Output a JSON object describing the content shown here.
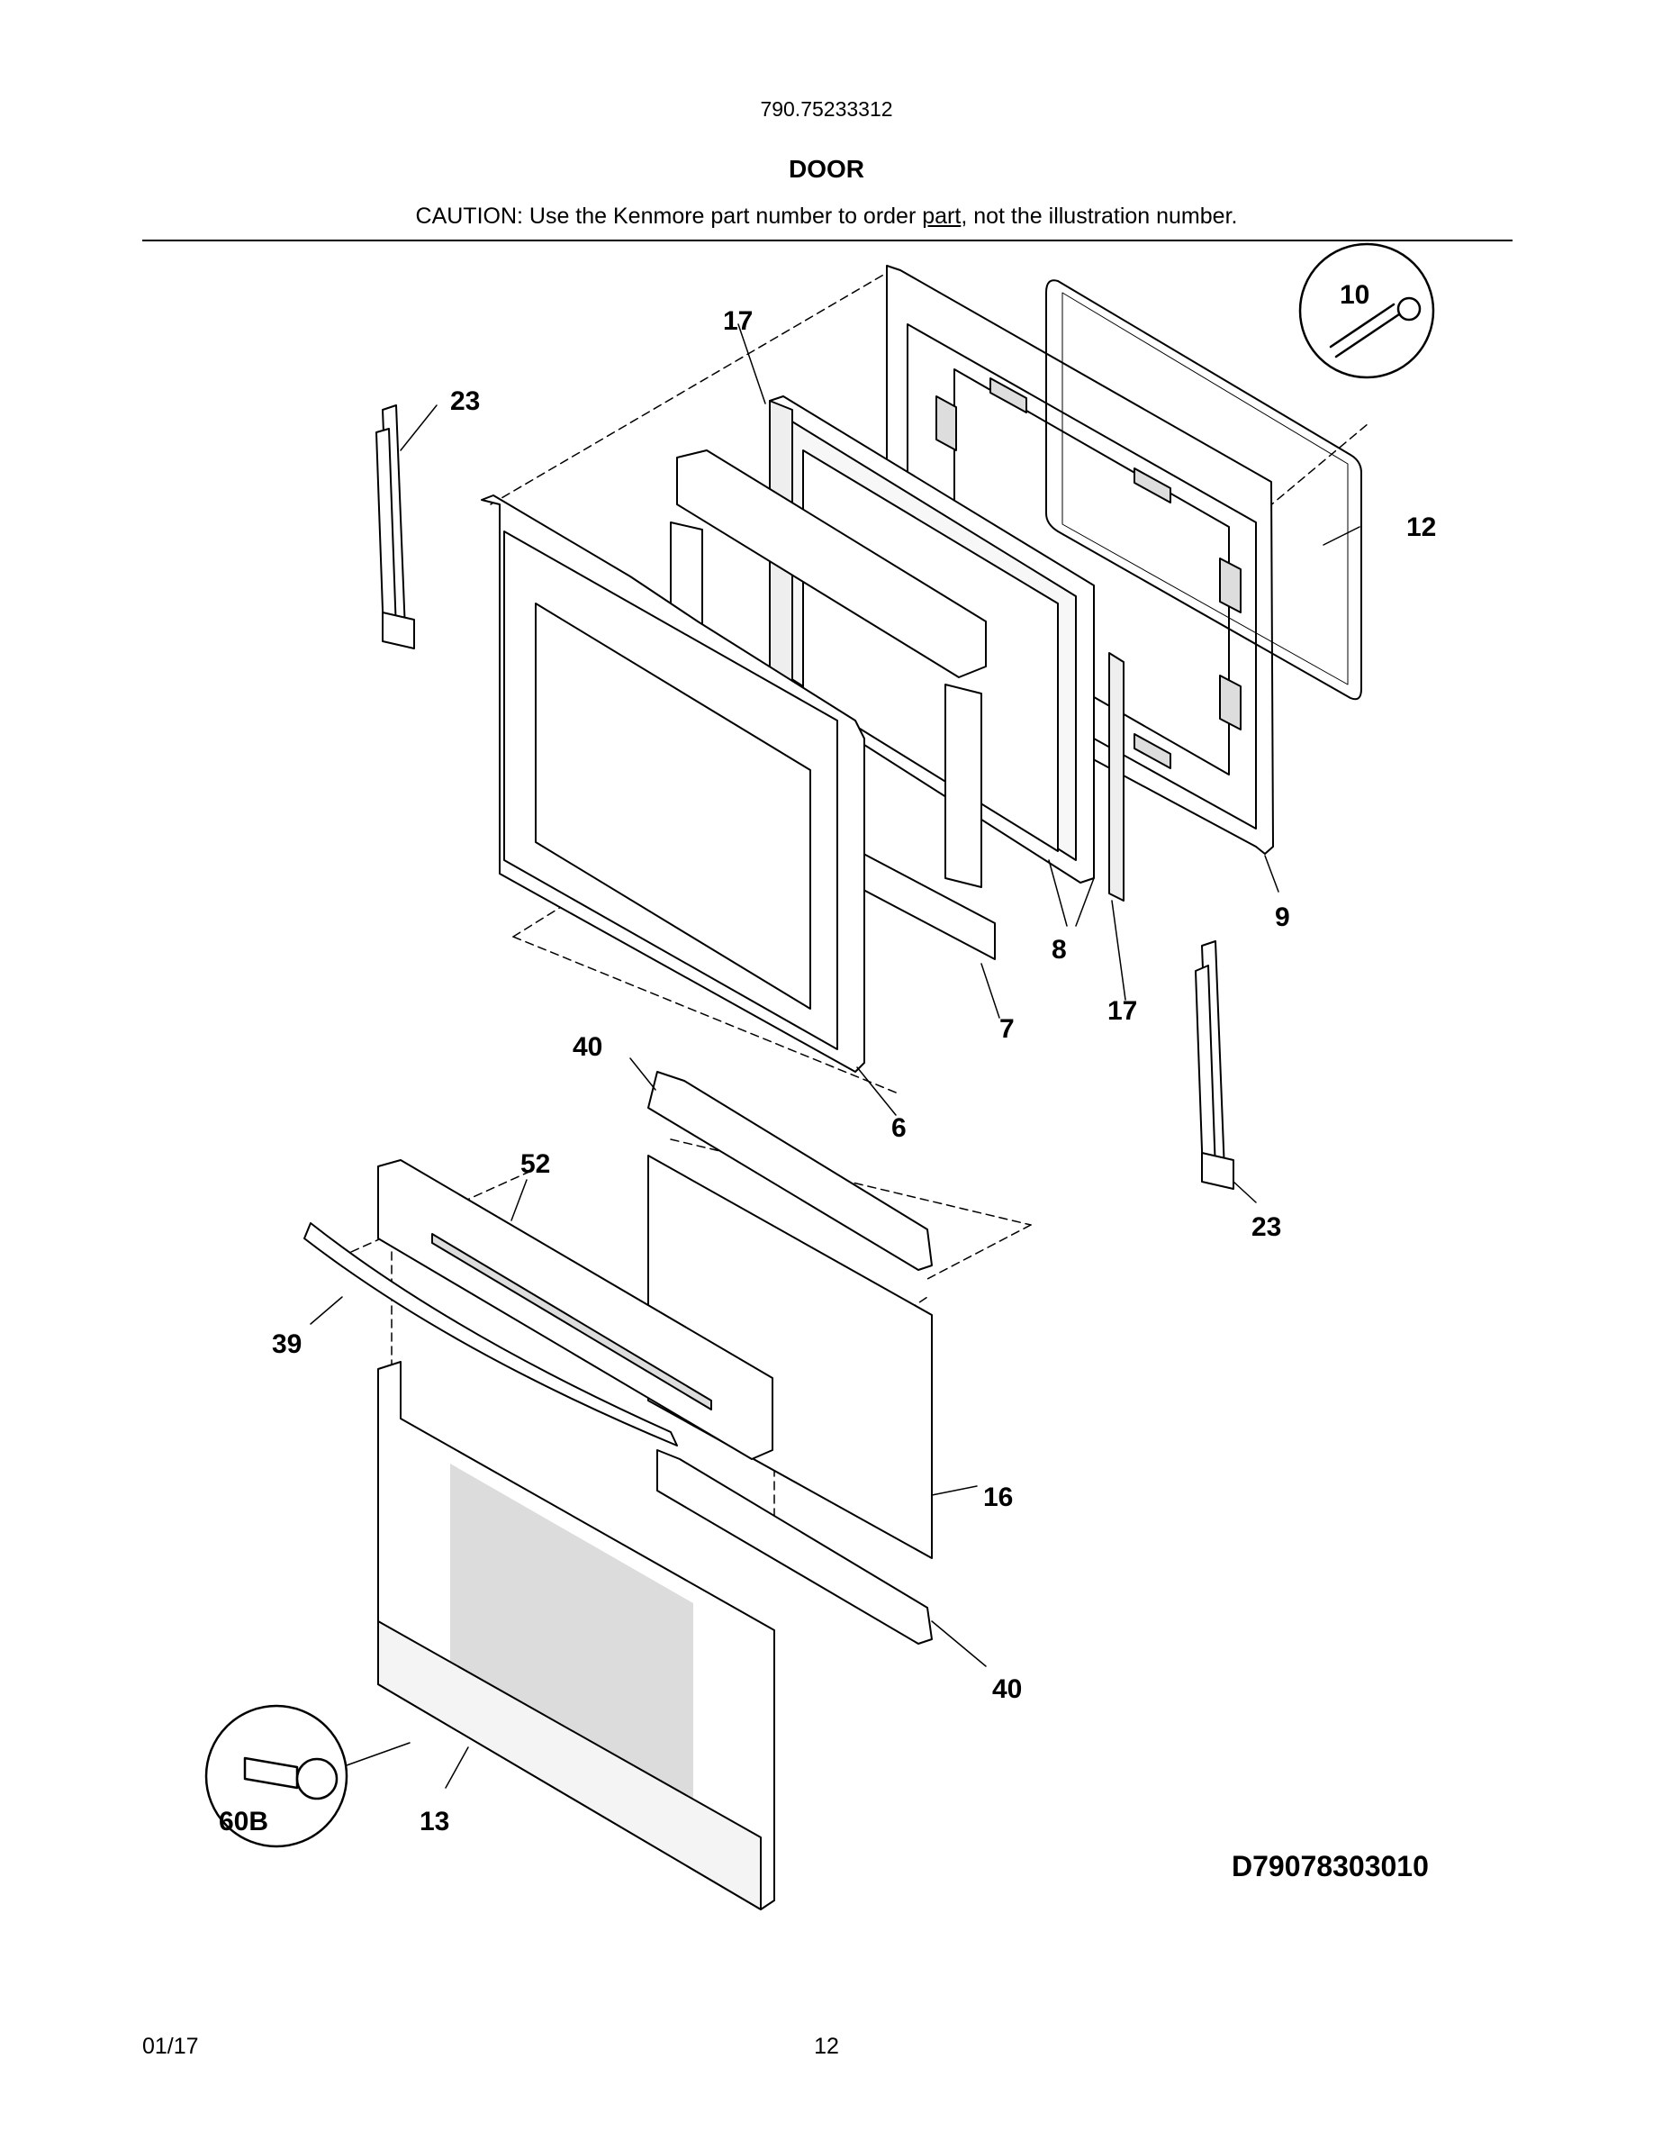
{
  "header": {
    "model_number": "790.75233312",
    "section_title": "DOOR",
    "caution_prefix": "CAUTION: Use the Kenmore part number to order ",
    "caution_link": "part",
    "caution_suffix": ", not the illustration number."
  },
  "diagram": {
    "drawing_code": "D79078303010",
    "callouts": {
      "c10": "10",
      "c17a": "17",
      "c23a": "23",
      "c12": "12",
      "c9": "9",
      "c8": "8",
      "c7": "7",
      "c17b": "17",
      "c6": "6",
      "c40a": "40",
      "c52": "52",
      "c23b": "23",
      "c39": "39",
      "c16": "16",
      "c40b": "40",
      "c60b": "60B",
      "c13": "13"
    }
  },
  "footer": {
    "date": "01/17",
    "page": "12"
  }
}
